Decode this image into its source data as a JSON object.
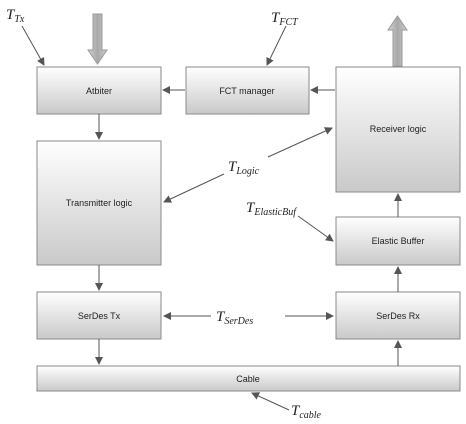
{
  "blocks": {
    "arbiter": "Atbiter",
    "fct_manager": "FCT manager",
    "receiver_logic": "Receiver logic",
    "transmitter_logic": "Transmitter logic",
    "elastic_buffer": "Elastic Buffer",
    "serdes_tx": "SerDes Tx",
    "serdes_rx": "SerDes Rx",
    "cable": "Cable"
  },
  "timing_labels": {
    "tx": {
      "symbol": "T",
      "subscript": "Tx"
    },
    "fct": {
      "symbol": "T",
      "subscript": "FCT"
    },
    "logic": {
      "symbol": "T",
      "subscript": "Logic"
    },
    "elastic_buf": {
      "symbol": "T",
      "subscript": "ElasticBuf"
    },
    "serdes": {
      "symbol": "T",
      "subscript": "SerDes"
    },
    "cable": {
      "symbol": "T",
      "subscript": "cable"
    }
  },
  "colors": {
    "box_top": "#ffffff",
    "box_bottom": "#c9c9c9",
    "border": "#8a8a8a",
    "arrow": "#555555",
    "big_arrow_fill": "#b0b0b0"
  }
}
